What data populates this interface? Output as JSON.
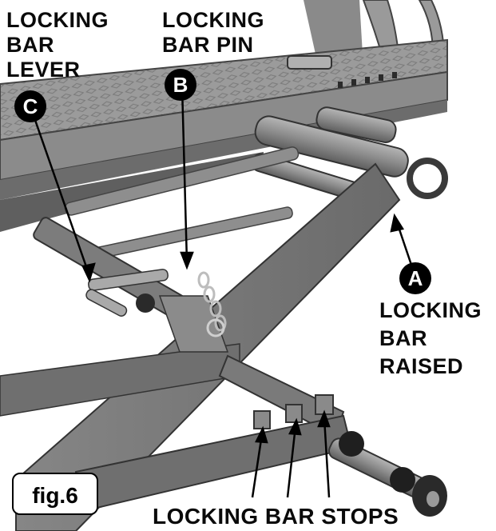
{
  "labels": {
    "locking_bar_lever": [
      "LOCKING",
      "BAR",
      "LEVER"
    ],
    "locking_bar_pin": [
      "LOCKING",
      "BAR PIN"
    ],
    "locking_bar_raised": [
      "LOCKING",
      "BAR",
      "RAISED"
    ],
    "locking_bar_stops": "LOCKING BAR STOPS"
  },
  "callouts": {
    "a": "A",
    "b": "B",
    "c": "C"
  },
  "figure_label": "fig.6"
}
